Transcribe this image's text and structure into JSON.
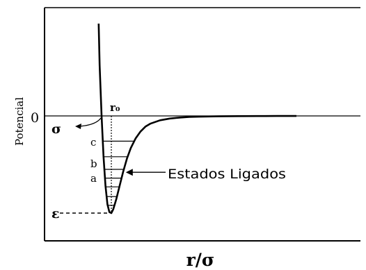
{
  "chart_data": {
    "type": "line",
    "title": "",
    "xlabel": "r/σ",
    "ylabel": "Potencial",
    "ylim": [
      -1,
      1
    ],
    "grid": false,
    "series": [
      {
        "x": [
          0.97,
          0.98,
          1.0,
          1.02,
          1.04,
          1.06,
          1.08,
          1.1,
          1.12,
          1.15,
          1.18,
          1.22,
          1.26,
          1.3,
          1.35,
          1.4,
          1.45,
          1.5,
          1.6,
          1.7,
          1.8,
          1.9,
          2.0,
          2.2,
          2.4,
          2.6,
          2.8,
          3.0
        ],
        "values": [
          0.95,
          0.52,
          0.0,
          -0.42,
          -0.72,
          -0.91,
          -0.99,
          -1.0,
          -0.96,
          -0.86,
          -0.74,
          -0.58,
          -0.44,
          -0.33,
          -0.23,
          -0.16,
          -0.11,
          -0.08,
          -0.045,
          -0.027,
          -0.017,
          -0.011,
          -0.008,
          -0.004,
          -0.0025,
          -0.0015,
          -0.001,
          -0.0005
        ]
      }
    ],
    "bound_states": [
      {
        "label": "",
        "energy": -0.92
      },
      {
        "label": "",
        "energy": -0.83
      },
      {
        "label": "a",
        "energy": -0.73
      },
      {
        "label": "",
        "energy": -0.64
      },
      {
        "label": "b",
        "energy": -0.55
      },
      {
        "label": "",
        "energy": -0.42
      },
      {
        "label": "c",
        "energy": -0.26
      }
    ],
    "annotations": {
      "zero_label": "0",
      "sigma_label": "σ",
      "epsilon_label": "ε",
      "r0_label": "r₀",
      "bound_states_label": "Estados Ligados"
    }
  }
}
